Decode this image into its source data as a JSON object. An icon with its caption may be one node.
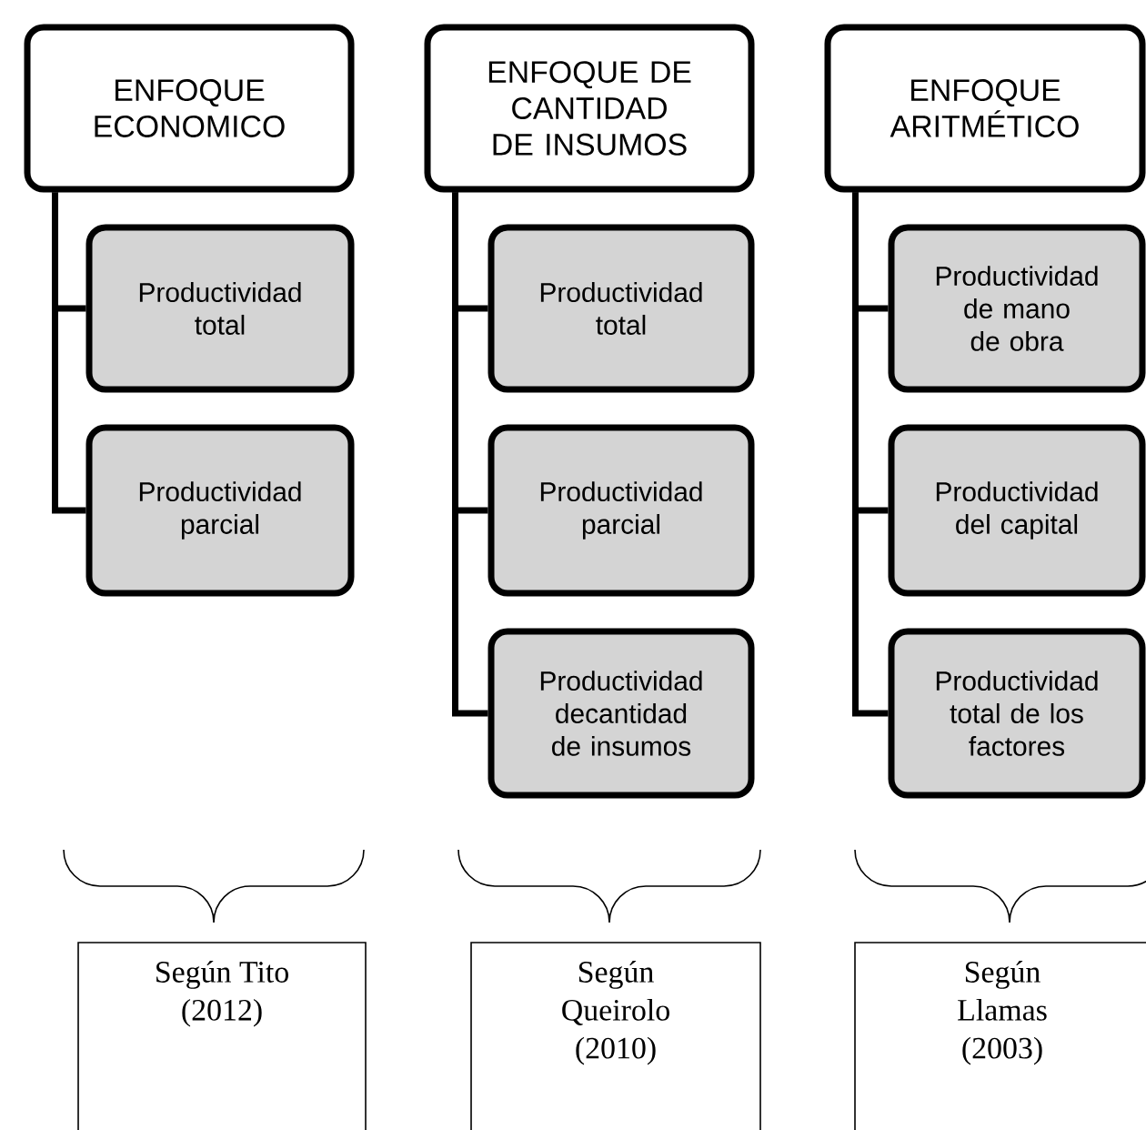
{
  "diagram": {
    "nodes": [
      {
        "text": [
          "ENFOQUE ECONOMICO"
        ]
      },
      {
        "text": [
          "Productividad total"
        ]
      },
      {
        "text": [
          "Productividad parcial"
        ]
      },
      {
        "text": [
          "ENFOQUE DE CANTIDAD DE INSUMOS"
        ]
      },
      {
        "text": [
          "Productividad total"
        ]
      },
      {
        "text": [
          "Productividad parcial"
        ]
      },
      {
        "text": [
          "Productividad decantidad de insumos"
        ]
      },
      {
        "text": [
          "ENFOQUE ARITMÉTICO"
        ]
      },
      {
        "text": [
          "Productividad de mano de obra"
        ]
      },
      {
        "text": [
          "Productividad del capital"
        ]
      },
      {
        "text": [
          "Productividad total de los factores"
        ]
      },
      {
        "text": [
          "Según Tito (2012)"
        ]
      },
      {
        "text": [
          "Según Queirolo (2010)"
        ]
      },
      {
        "text": [
          "Según Llamas (2003)"
        ]
      }
    ],
    "edges": [
      {
        "from": 0,
        "to": 1,
        "arrow": "none"
      },
      {
        "from": 0,
        "to": 2,
        "arrow": "none"
      },
      {
        "from": 3,
        "to": 4,
        "arrow": "none"
      },
      {
        "from": 3,
        "to": 5,
        "arrow": "none"
      },
      {
        "from": 3,
        "to": 6,
        "arrow": "none"
      },
      {
        "from": 7,
        "to": 8,
        "arrow": "none"
      },
      {
        "from": 7,
        "to": 9,
        "arrow": "none"
      },
      {
        "from": 7,
        "to": 10,
        "arrow": "none"
      }
    ]
  }
}
